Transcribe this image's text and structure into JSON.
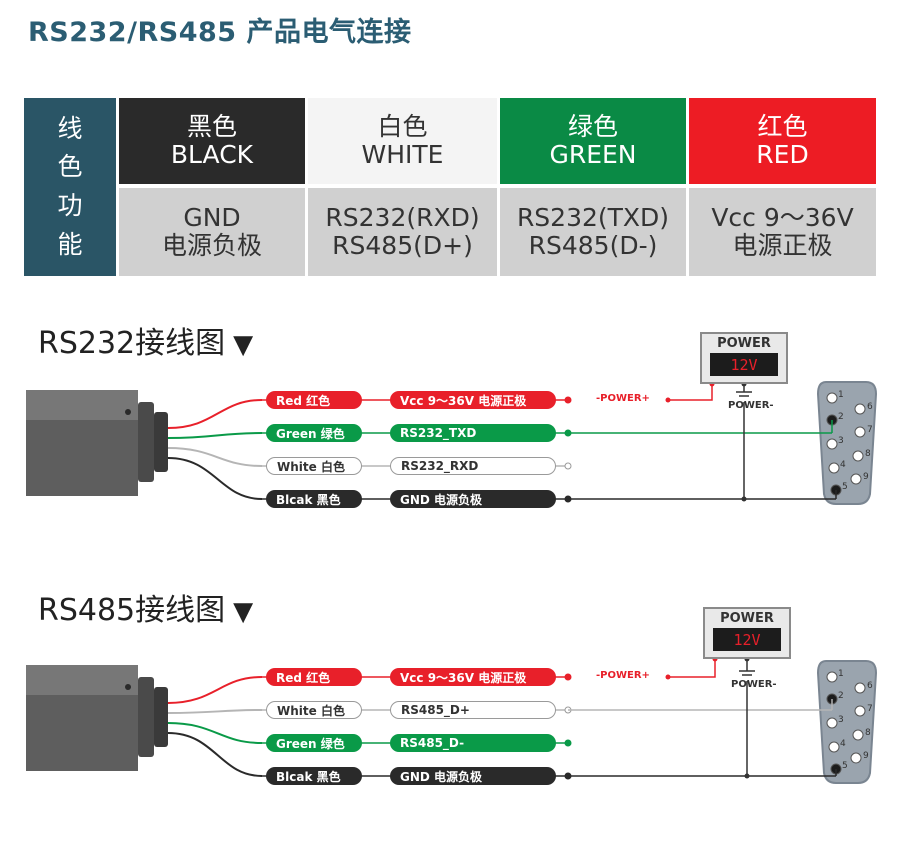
{
  "title": "RS232/RS485 产品电气连接",
  "table": {
    "row_header": [
      "线",
      "色",
      "功",
      "能"
    ],
    "columns": [
      {
        "color_cn": "黑色",
        "color_en": "BLACK",
        "func1": "GND",
        "func2": "电源负极"
      },
      {
        "color_cn": "白色",
        "color_en": "WHITE",
        "func1": "RS232(RXD)",
        "func2": "RS485(D+)"
      },
      {
        "color_cn": "绿色",
        "color_en": "GREEN",
        "func1": "RS232(TXD)",
        "func2": "RS485(D-)"
      },
      {
        "color_cn": "红色",
        "color_en": "RED",
        "func1": "Vcc 9～36V",
        "func2": "电源正极"
      }
    ]
  },
  "rs232": {
    "title": "RS232接线图",
    "marker": "▼",
    "wires": [
      {
        "label": "Red 红色",
        "signal": "Vcc 9～36V 电源正极",
        "pin": "",
        "color": "#e8202a"
      },
      {
        "label": "Green 绿色",
        "signal": "RS232_TXD",
        "pin": "2",
        "color": "#0a9a48"
      },
      {
        "label": "White 白色",
        "signal": "RS232_RXD",
        "pin": "",
        "color": "#ffffff"
      },
      {
        "label": "Blcak 黑色",
        "signal": "GND 电源负极",
        "pin": "5",
        "color": "#2a2a2a"
      }
    ],
    "power_arrow": "-POWER+",
    "power_label": "POWER",
    "power_value": "12V",
    "ground_label": "POWER-",
    "pins": [
      "1",
      "2",
      "3",
      "4",
      "5",
      "6",
      "7",
      "8",
      "9"
    ]
  },
  "rs485": {
    "title": "RS485接线图",
    "marker": "▼",
    "wires": [
      {
        "label": "Red 红色",
        "signal": "Vcc 9～36V 电源正极",
        "pin": "",
        "color": "#e8202a"
      },
      {
        "label": "White 白色",
        "signal": "RS485_D+",
        "pin": "2",
        "color": "#ffffff"
      },
      {
        "label": "Green 绿色",
        "signal": "RS485_D-",
        "pin": "",
        "color": "#0a9a48"
      },
      {
        "label": "Blcak 黑色",
        "signal": "GND 电源负极",
        "pin": "5",
        "color": "#2a2a2a"
      }
    ],
    "power_arrow": "-POWER+",
    "power_label": "POWER",
    "power_value": "12V",
    "ground_label": "POWER-",
    "pins": [
      "1",
      "2",
      "3",
      "4",
      "5",
      "6",
      "7",
      "8",
      "9"
    ]
  }
}
